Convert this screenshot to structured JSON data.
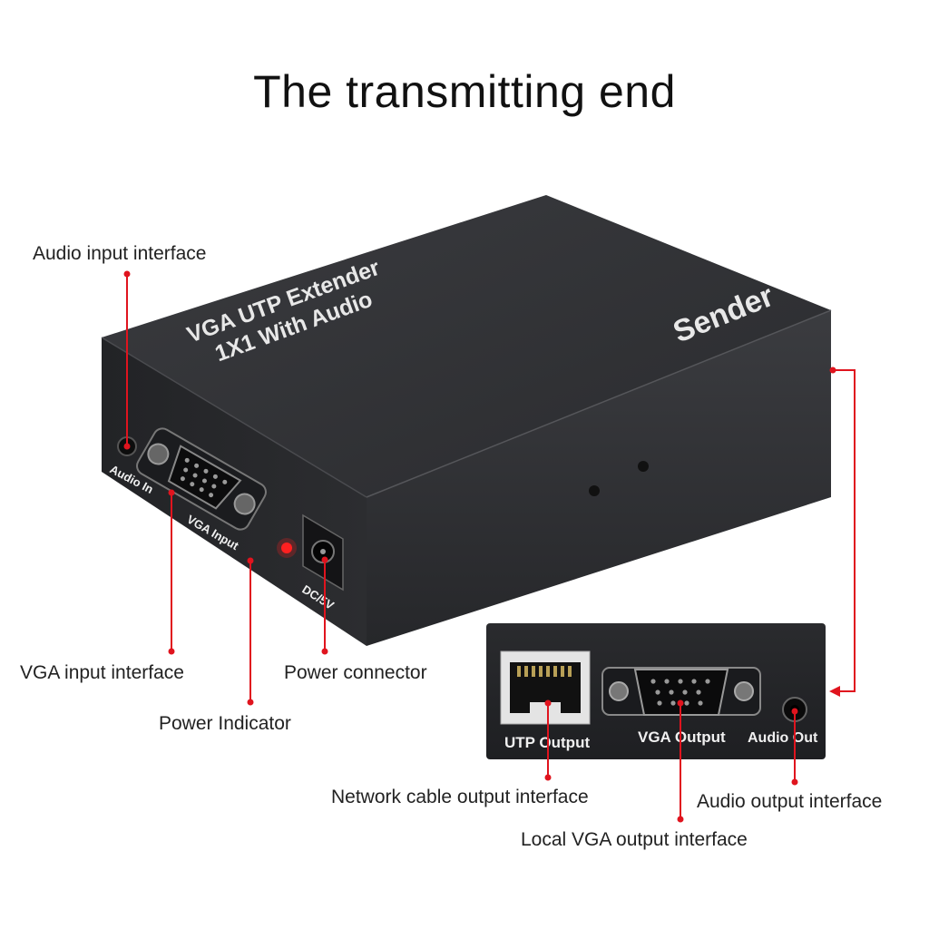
{
  "title": "The transmitting end",
  "device": {
    "lid_line1": "VGA UTP Extender",
    "lid_line2": "1X1  With Audio",
    "lid_side": "Sender",
    "front_audio_label": "Audio In",
    "front_vga_label": "VGA Input",
    "front_dc_label": "DC/5V"
  },
  "rear_panel": {
    "utp_label": "UTP Output",
    "vga_label": "VGA Output",
    "audio_label": "Audio Out"
  },
  "callouts": {
    "audio_input": "Audio input interface",
    "vga_input": "VGA input interface",
    "power_indicator": "Power Indicator",
    "power_connector": "Power connector",
    "network_output": "Network cable output interface",
    "local_vga_output": "Local VGA output interface",
    "audio_output": "Audio output interface"
  },
  "colors": {
    "leader_line": "#e0141e",
    "device_body": "#2f3033",
    "power_led": "#ff2020"
  }
}
